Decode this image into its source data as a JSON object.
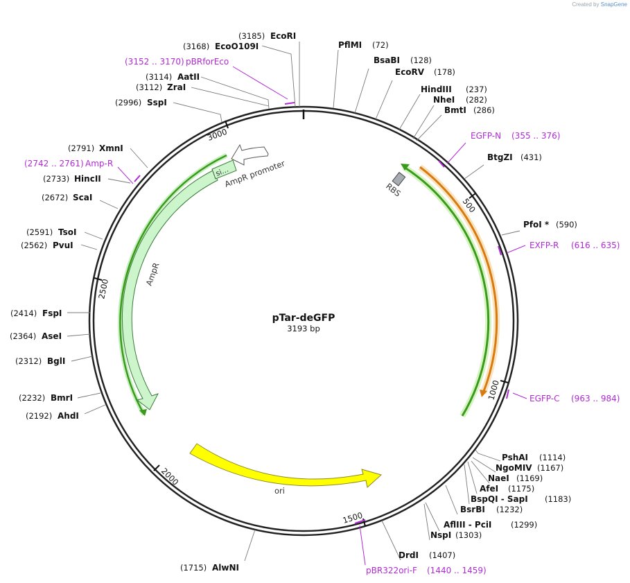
{
  "credit": {
    "prefix": "Created by",
    "brand": "SnapGene"
  },
  "plasmid": {
    "name": "pTar-deGFP",
    "length": "3193 bp"
  },
  "colors": {
    "backbone": "#222222",
    "primer": "#b029d6",
    "ampr_fill": "#ccf5cc",
    "ori_fill": "#ffff00",
    "rbs_fill": "#a6acb2",
    "cds_green": "#3a9a1a",
    "cds_orange": "#d77a10"
  },
  "ticks": [
    "500",
    "1000",
    "1500",
    "2000",
    "2500",
    "3000"
  ],
  "features": {
    "ampr": "AmpR",
    "ampr_promoter": "AmpR promoter",
    "si": "si…",
    "ori": "ori",
    "rbs": "RBS"
  },
  "enzymes": [
    {
      "name": "EcoRI",
      "pos": "(3185)"
    },
    {
      "name": "EcoO109I",
      "pos": "(3168)"
    },
    {
      "name": "AatII",
      "pos": "(3114)"
    },
    {
      "name": "ZraI",
      "pos": "(3112)"
    },
    {
      "name": "SspI",
      "pos": "(2996)"
    },
    {
      "name": "XmnI",
      "pos": "(2791)"
    },
    {
      "name": "HincII",
      "pos": "(2733)"
    },
    {
      "name": "ScaI",
      "pos": "(2672)"
    },
    {
      "name": "TsoI",
      "pos": "(2591)"
    },
    {
      "name": "PvuI",
      "pos": "(2562)"
    },
    {
      "name": "FspI",
      "pos": "(2414)"
    },
    {
      "name": "AseI",
      "pos": "(2364)"
    },
    {
      "name": "BglI",
      "pos": "(2312)"
    },
    {
      "name": "BmrI",
      "pos": "(2232)"
    },
    {
      "name": "AhdI",
      "pos": "(2192)"
    },
    {
      "name": "AlwNI",
      "pos": "(1715)"
    },
    {
      "name": "PflMI",
      "pos": "(72)"
    },
    {
      "name": "BsaBI",
      "pos": "(128)"
    },
    {
      "name": "EcoRV",
      "pos": "(178)"
    },
    {
      "name": "HindIII",
      "pos": "(237)"
    },
    {
      "name": "NheI",
      "pos": "(282)"
    },
    {
      "name": "BmtI",
      "pos": "(286)"
    },
    {
      "name": "BtgZI",
      "pos": "(431)"
    },
    {
      "name": "PfoI *",
      "pos": "(590)"
    },
    {
      "name": "PshAI",
      "pos": "(1114)"
    },
    {
      "name": "NgoMIV",
      "pos": "(1167)"
    },
    {
      "name": "NaeI",
      "pos": "(1169)"
    },
    {
      "name": "AfeI",
      "pos": "(1175)"
    },
    {
      "name": "BspQI - SapI",
      "pos": "(1183)"
    },
    {
      "name": "BsrBI",
      "pos": "(1232)"
    },
    {
      "name": "AflIII - PciI",
      "pos": "(1299)"
    },
    {
      "name": "NspI",
      "pos": "(1303)"
    },
    {
      "name": "DrdI",
      "pos": "(1407)"
    }
  ],
  "primers": [
    {
      "name": "pBRforEco",
      "pos": "(3152 .. 3170)"
    },
    {
      "name": "Amp-R",
      "pos": "(2742 .. 2761)"
    },
    {
      "name": "EGFP-N",
      "pos": "(355 .. 376)"
    },
    {
      "name": "EXFP-R",
      "pos": "(616 .. 635)"
    },
    {
      "name": "EGFP-C",
      "pos": "(963 .. 984)"
    },
    {
      "name": "pBR322ori-F",
      "pos": "(1440 .. 1459)"
    }
  ]
}
